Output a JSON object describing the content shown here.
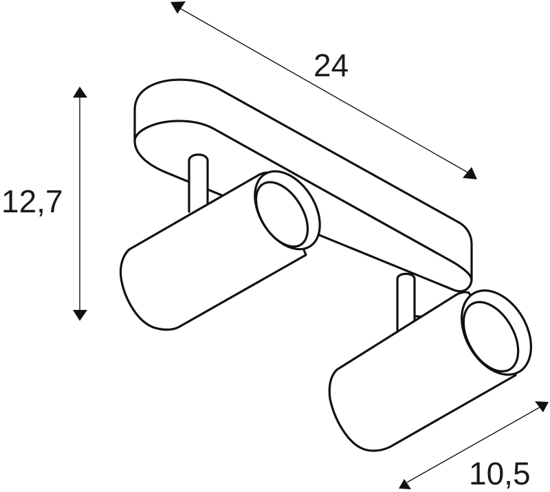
{
  "diagram": {
    "type": "product-dimension-drawing",
    "subject": "twin spotlight ceiling fixture",
    "units_shown": false,
    "dimensions": {
      "width": {
        "label": "24",
        "orientation": "diagonal (along base plate)"
      },
      "height": {
        "label": "12,7",
        "orientation": "vertical"
      },
      "depth": {
        "label": "10,5",
        "orientation": "diagonal (across spotlight)"
      }
    },
    "components": [
      {
        "name": "mounting-base-plate",
        "shape": "rounded oblong, isometric"
      },
      {
        "name": "spotlight-left",
        "shape": "cylinder with recessed lens"
      },
      {
        "name": "spotlight-right",
        "shape": "cylinder with recessed lens"
      },
      {
        "name": "stem-left",
        "shape": "short rounded rod"
      },
      {
        "name": "stem-right",
        "shape": "short rounded rod"
      }
    ],
    "colors": {
      "line": "#111111",
      "background": "#ffffff",
      "text": "#1a1a1a"
    }
  }
}
